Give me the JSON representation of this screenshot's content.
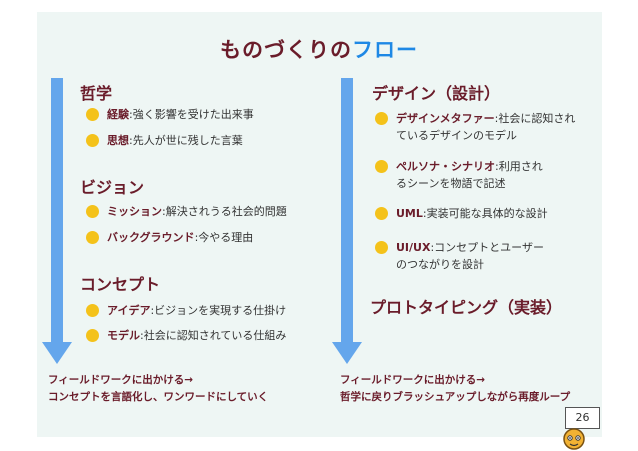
{
  "title": {
    "main": "ものづくりの",
    "accent": "フロー"
  },
  "left": {
    "sections": [
      {
        "heading": "哲学",
        "items": [
          {
            "term": "経験",
            "desc": ":強く影響を受けた出来事"
          },
          {
            "term": "思想",
            "desc": ":先人が世に残した言葉"
          }
        ]
      },
      {
        "heading": "ビジョン",
        "items": [
          {
            "term": "ミッション",
            "desc": ":解決されうる社会的問題"
          },
          {
            "term": "バックグラウンド",
            "desc": ":今やる理由"
          }
        ]
      },
      {
        "heading": "コンセプト",
        "items": [
          {
            "term": "アイデア",
            "desc": ":ビジョンを実現する仕掛け"
          },
          {
            "term": "モデル",
            "desc": ":社会に認知されている仕組み"
          }
        ]
      }
    ],
    "footer": [
      "フィールドワークに出かける→",
      "コンセプトを言語化し、ワンワードにしていく"
    ]
  },
  "right": {
    "heading1": "デザイン（設計）",
    "items": [
      {
        "term": "デザインメタファー",
        "desc": ":社会に認知され",
        "line2": "ているデザインのモデル"
      },
      {
        "term": "ペルソナ・シナリオ",
        "desc": ":利用され",
        "line2": "るシーンを物語で記述"
      },
      {
        "term": "UML",
        "desc": ":実装可能な具体的な設計",
        "line2": ""
      },
      {
        "term": "UI/UX",
        "desc": ":コンセプトとユーザー",
        "line2": "のつながりを設計"
      }
    ],
    "heading2": "プロトタイピング（実装）",
    "footer": [
      "フィールドワークに出かける→",
      "哲学に戻りブラッシュアップしながら再度ループ"
    ]
  },
  "page_number": "26",
  "colors": {
    "heading": "#6a1c2a",
    "accent": "#1e88e5",
    "arrow": "#64a6ec",
    "bullet": "#f4c21a",
    "background": "#eef6f4"
  }
}
